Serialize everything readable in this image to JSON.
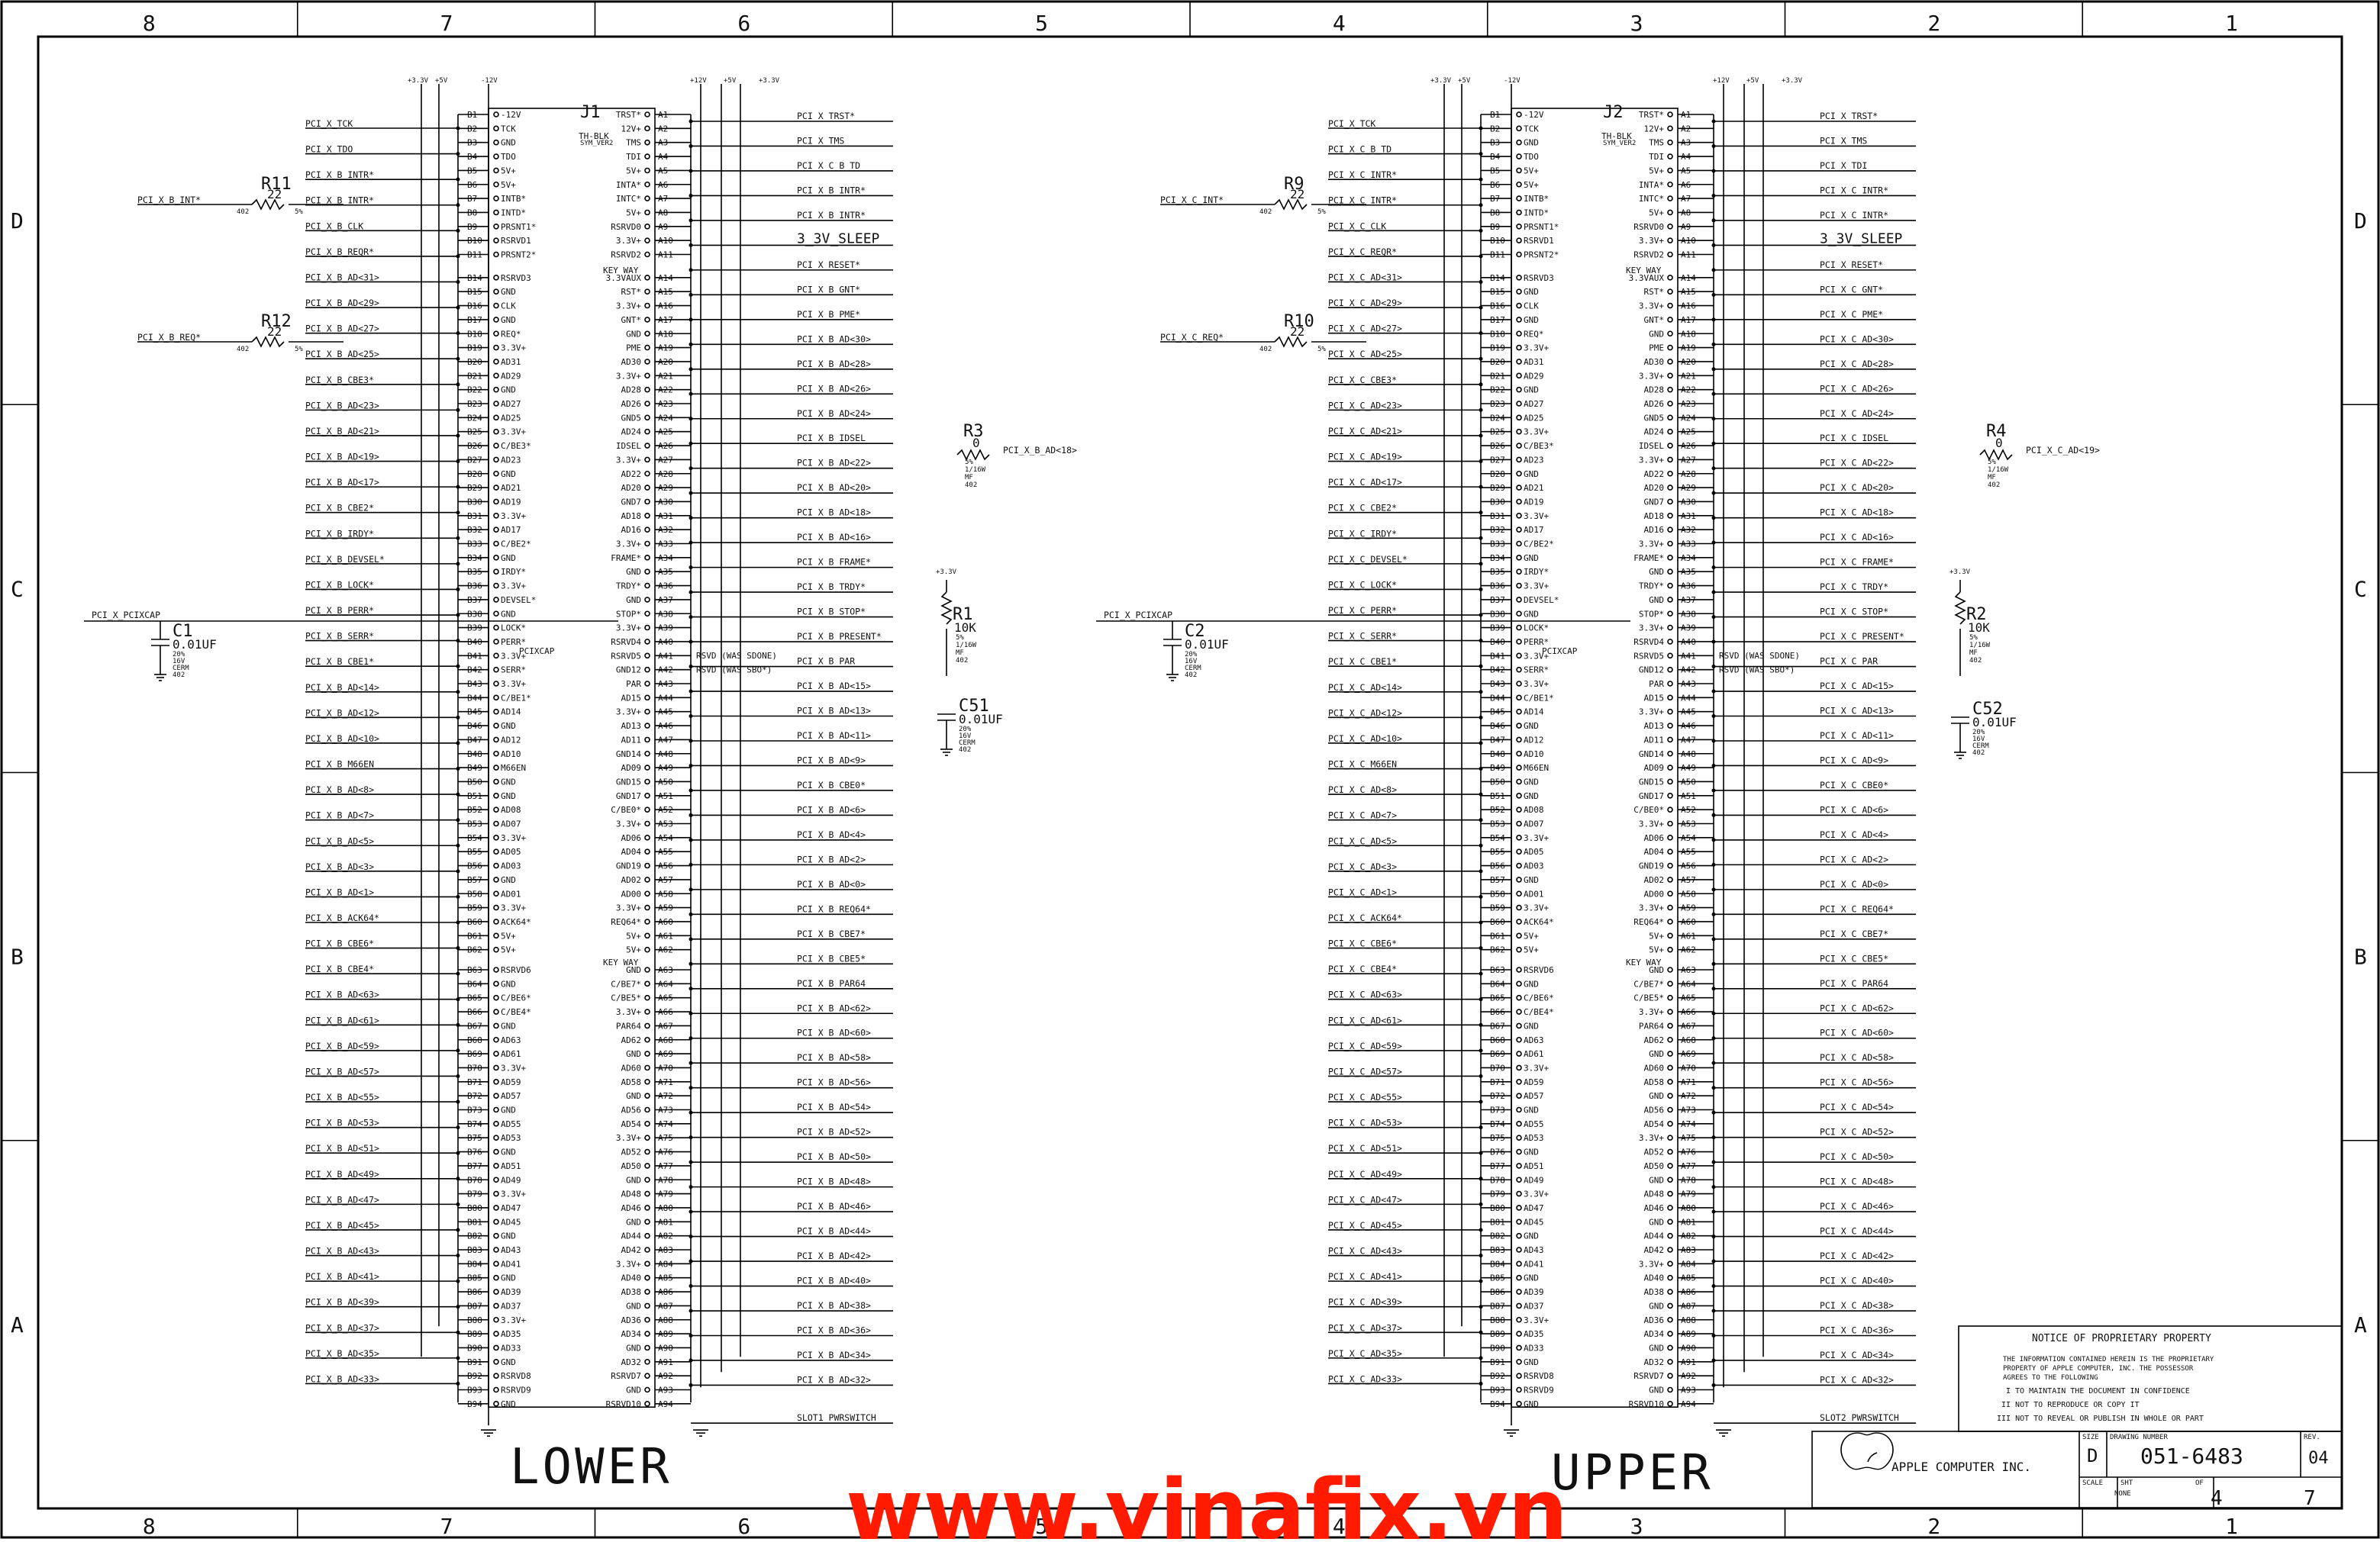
{
  "frame": {
    "columns": [
      "8",
      "7",
      "6",
      "5",
      "4",
      "3",
      "2",
      "1"
    ],
    "rows": [
      "D",
      "C",
      "B",
      "A"
    ]
  },
  "sections": {
    "lower": "LOWER",
    "upper": "UPPER"
  },
  "connectors": [
    {
      "id": "J1",
      "subtitle": "TH-BLK",
      "subtitle2": "SYM_VER2",
      "slot_switch": "SLOT1_PWRSWITCH",
      "side_b_pins": [
        "B1",
        "B2",
        "B3",
        "B4",
        "B5",
        "B6",
        "B7",
        "B8",
        "B9",
        "B10",
        "B11",
        "B14",
        "B15",
        "B16",
        "B17",
        "B18",
        "B19",
        "B20",
        "B21",
        "B22",
        "B23",
        "B24",
        "B25",
        "B26",
        "B27",
        "B28",
        "B29",
        "B30",
        "B31",
        "B32",
        "B33",
        "B34",
        "B35",
        "B36",
        "B37",
        "B38",
        "B39",
        "B40",
        "B41",
        "B42",
        "B43",
        "B44",
        "B45",
        "B46",
        "B47",
        "B48",
        "B49",
        "B50",
        "B51",
        "B52",
        "B53",
        "B54",
        "B55",
        "B56",
        "B57",
        "B58",
        "B59",
        "B60",
        "B61",
        "B62",
        "B63",
        "B64",
        "B65",
        "B66",
        "B67",
        "B68",
        "B69",
        "B70",
        "B71",
        "B72",
        "B73",
        "B74",
        "B75",
        "B76",
        "B77",
        "B78",
        "B79",
        "B80",
        "B81",
        "B82",
        "B83",
        "B84",
        "B85",
        "B86",
        "B87",
        "B88",
        "B89",
        "B90",
        "B91",
        "B92",
        "B93",
        "B94"
      ],
      "side_b_names": [
        "-12V",
        "TCK",
        "GND",
        "TDO",
        "5V+",
        "5V+",
        "INTB*",
        "INTD*",
        "PRSNT1*",
        "RSRVD1",
        "PRSNT2*",
        "RSRVD3",
        "GND",
        "CLK",
        "GND",
        "REQ*",
        "3.3V+",
        "AD31",
        "AD29",
        "GND",
        "AD27",
        "AD25",
        "3.3V+",
        "C/BE3*",
        "AD23",
        "GND",
        "AD21",
        "AD19",
        "3.3V+",
        "AD17",
        "C/BE2*",
        "GND",
        "IRDY*",
        "3.3V+",
        "DEVSEL*",
        "GND",
        "LOCK*",
        "PERR*",
        "3.3V+",
        "SERR*",
        "3.3V+",
        "C/BE1*",
        "AD14",
        "GND",
        "AD12",
        "AD10",
        "M66EN",
        "GND",
        "GND",
        "AD08",
        "AD07",
        "3.3V+",
        "AD05",
        "AD03",
        "GND",
        "AD01",
        "3.3V+",
        "ACK64*",
        "5V+",
        "5V+",
        "RSRVD6",
        "GND",
        "C/BE6*",
        "C/BE4*",
        "GND",
        "AD63",
        "AD61",
        "3.3V+",
        "AD59",
        "AD57",
        "GND",
        "AD55",
        "AD53",
        "GND",
        "AD51",
        "AD49",
        "3.3V+",
        "AD47",
        "AD45",
        "GND",
        "AD43",
        "AD41",
        "GND",
        "AD39",
        "AD37",
        "3.3V+",
        "AD35",
        "AD33",
        "GND",
        "RSRVD8",
        "RSRVD9",
        "GND"
      ],
      "side_a_pins": [
        "A1",
        "A2",
        "A3",
        "A4",
        "A5",
        "A6",
        "A7",
        "A8",
        "A9",
        "A10",
        "A11",
        "A14",
        "A15",
        "A16",
        "A17",
        "A18",
        "A19",
        "A20",
        "A21",
        "A22",
        "A23",
        "A24",
        "A25",
        "A26",
        "A27",
        "A28",
        "A29",
        "A30",
        "A31",
        "A32",
        "A33",
        "A34",
        "A35",
        "A36",
        "A37",
        "A38",
        "A39",
        "A40",
        "A41",
        "A42",
        "A43",
        "A44",
        "A45",
        "A46",
        "A47",
        "A48",
        "A49",
        "A50",
        "A51",
        "A52",
        "A53",
        "A54",
        "A55",
        "A56",
        "A57",
        "A58",
        "A59",
        "A60",
        "A61",
        "A62",
        "A63",
        "A64",
        "A65",
        "A66",
        "A67",
        "A68",
        "A69",
        "A70",
        "A71",
        "A72",
        "A73",
        "A74",
        "A75",
        "A76",
        "A77",
        "A78",
        "A79",
        "A80",
        "A81",
        "A82",
        "A83",
        "A84",
        "A85",
        "A86",
        "A87",
        "A88",
        "A89",
        "A90",
        "A91",
        "A92",
        "A93",
        "A94"
      ],
      "side_a_names": [
        "TRST*",
        "12V+",
        "TMS",
        "TDI",
        "5V+",
        "INTA*",
        "INTC*",
        "5V+",
        "RSRVD0",
        "3.3V+",
        "RSRVD2",
        "3.3VAUX",
        "RST*",
        "3.3V+",
        "GNT*",
        "GND",
        "PME",
        "AD30",
        "3.3V+",
        "AD28",
        "AD26",
        "GND5",
        "AD24",
        "IDSEL",
        "3.3V+",
        "AD22",
        "AD20",
        "GND7",
        "AD18",
        "AD16",
        "3.3V+",
        "FRAME*",
        "GND",
        "TRDY*",
        "GND",
        "STOP*",
        "3.3V+",
        "RSRVD4",
        "RSRVD5",
        "GND12",
        "PAR",
        "AD15",
        "3.3V+",
        "AD13",
        "AD11",
        "GND14",
        "AD09",
        "GND15",
        "GND17",
        "C/BE0*",
        "3.3V+",
        "AD06",
        "AD04",
        "GND19",
        "AD02",
        "AD00",
        "3.3V+",
        "REQ64*",
        "5V+",
        "5V+",
        "GND",
        "C/BE7*",
        "C/BE5*",
        "3.3V+",
        "PAR64",
        "AD62",
        "GND",
        "AD60",
        "AD58",
        "GND",
        "AD56",
        "AD54",
        "3.3V+",
        "AD52",
        "AD50",
        "GND",
        "AD48",
        "AD46",
        "GND",
        "AD44",
        "AD42",
        "3.3V+",
        "AD40",
        "AD38",
        "GND",
        "AD36",
        "AD34",
        "GND",
        "AD32",
        "RSRVD7",
        "GND",
        "RSRVD10"
      ],
      "left_nets": [
        "PCI_X_TCK",
        "PCI_X_TDO",
        "PCI_X_B_INTR*",
        "PCI_X_B_INTR*",
        "PCI_X_B_CLK",
        "PCI_X_B_REQR*",
        "PCI_X_B_AD<31>",
        "PCI_X_B_AD<29>",
        "PCI_X_B_AD<27>",
        "PCI_X_B_AD<25>",
        "PCI_X_B_CBE3*",
        "PCI_X_B_AD<23>",
        "PCI_X_B_AD<21>",
        "PCI_X_B_AD<19>",
        "PCI_X_B_AD<17>",
        "PCI_X_B_CBE2*",
        "PCI_X_B_IRDY*",
        "PCI_X_B_DEVSEL*",
        "PCI_X_B_LOCK*",
        "PCI_X_B_PERR*",
        "PCI_X_B_SERR*",
        "PCI_X_B_CBE1*",
        "PCI_X_B_AD<14>",
        "PCI_X_B_AD<12>",
        "PCI_X_B_AD<10>",
        "PCI_X_B_M66EN",
        "PCI_X_B_AD<8>",
        "PCI_X_B_AD<7>",
        "PCI_X_B_AD<5>",
        "PCI_X_B_AD<3>",
        "PCI_X_B_AD<1>",
        "PCI_X_B_ACK64*",
        "PCI_X_B_CBE6*",
        "PCI_X_B_CBE4*",
        "PCI_X_B_AD<63>",
        "PCI_X_B_AD<61>",
        "PCI_X_B_AD<59>",
        "PCI_X_B_AD<57>",
        "PCI_X_B_AD<55>",
        "PCI_X_B_AD<53>",
        "PCI_X_B_AD<51>",
        "PCI_X_B_AD<49>",
        "PCI_X_B_AD<47>",
        "PCI_X_B_AD<45>",
        "PCI_X_B_AD<43>",
        "PCI_X_B_AD<41>",
        "PCI_X_B_AD<39>",
        "PCI_X_B_AD<37>",
        "PCI_X_B_AD<35>",
        "PCI_X_B_AD<33>"
      ],
      "right_nets": [
        "PCI_X_TRST*",
        "PCI_X_TMS",
        "PCI_X_C_B_TD",
        "PCI_X_B_INTR*",
        "PCI_X_B_INTR*",
        "3_3V_SLEEP",
        "PCI_X_RESET*",
        "PCI_X_B_GNT*",
        "PCI_X_B_PME*",
        "PCI_X_B_AD<30>",
        "PCI_X_B_AD<28>",
        "PCI_X_B_AD<26>",
        "PCI_X_B_AD<24>",
        "PCI_X_B_IDSEL",
        "PCI_X_B_AD<22>",
        "PCI_X_B_AD<20>",
        "PCI_X_B_AD<18>",
        "PCI_X_B_AD<16>",
        "PCI_X_B_FRAME*",
        "PCI_X_B_TRDY*",
        "PCI_X_B_STOP*",
        "PCI_X_B_PRESENT*",
        "PCI_X_B_PAR",
        "PCI_X_B_AD<15>",
        "PCI_X_B_AD<13>",
        "PCI_X_B_AD<11>",
        "PCI_X_B_AD<9>",
        "PCI_X_B_CBE0*",
        "PCI_X_B_AD<6>",
        "PCI_X_B_AD<4>",
        "PCI_X_B_AD<2>",
        "PCI_X_B_AD<0>",
        "PCI_X_B_REQ64*",
        "PCI_X_B_CBE7*",
        "PCI_X_B_CBE5*",
        "PCI_X_B_PAR64",
        "PCI_X_B_AD<62>",
        "PCI_X_B_AD<60>",
        "PCI_X_B_AD<58>",
        "PCI_X_B_AD<56>",
        "PCI_X_B_AD<54>",
        "PCI_X_B_AD<52>",
        "PCI_X_B_AD<50>",
        "PCI_X_B_AD<48>",
        "PCI_X_B_AD<46>",
        "PCI_X_B_AD<44>",
        "PCI_X_B_AD<42>",
        "PCI_X_B_AD<40>",
        "PCI_X_B_AD<38>",
        "PCI_X_B_AD<36>",
        "PCI_X_B_AD<34>",
        "PCI_X_B_AD<32>"
      ],
      "rsvd1": "RSVD (WAS SDONE)",
      "rsvd2": "RSVD (WAS SBO*)",
      "pcixcap": "PCIXCAP",
      "keyway": "KEY WAY",
      "rails": [
        "+3.3V",
        "+5V",
        "-12V",
        "+12V",
        "+5V",
        "+3.3V"
      ]
    },
    {
      "id": "J2",
      "subtitle": "TH-BLK",
      "subtitle2": "SYM_VER2",
      "slot_switch": "SLOT2_PWRSWITCH",
      "left_nets": [
        "PCI_X_TCK",
        "PCI_X_C_B_TD",
        "PCI_X_C_INTR*",
        "PCI_X_C_INTR*",
        "PCI_X_C_CLK",
        "PCI_X_C_REQR*",
        "PCI_X_C_AD<31>",
        "PCI_X_C_AD<29>",
        "PCI_X_C_AD<27>",
        "PCI_X_C_AD<25>",
        "PCI_X_C_CBE3*",
        "PCI_X_C_AD<23>",
        "PCI_X_C_AD<21>",
        "PCI_X_C_AD<19>",
        "PCI_X_C_AD<17>",
        "PCI_X_C_CBE2*",
        "PCI_X_C_IRDY*",
        "PCI_X_C_DEVSEL*",
        "PCI_X_C_LOCK*",
        "PCI_X_C_PERR*",
        "PCI_X_C_SERR*",
        "PCI_X_C_CBE1*",
        "PCI_X_C_AD<14>",
        "PCI_X_C_AD<12>",
        "PCI_X_C_AD<10>",
        "PCI_X_C_M66EN",
        "PCI_X_C_AD<8>",
        "PCI_X_C_AD<7>",
        "PCI_X_C_AD<5>",
        "PCI_X_C_AD<3>",
        "PCI_X_C_AD<1>",
        "PCI_X_C_ACK64*",
        "PCI_X_C_CBE6*",
        "PCI_X_C_CBE4*",
        "PCI_X_C_AD<63>",
        "PCI_X_C_AD<61>",
        "PCI_X_C_AD<59>",
        "PCI_X_C_AD<57>",
        "PCI_X_C_AD<55>",
        "PCI_X_C_AD<53>",
        "PCI_X_C_AD<51>",
        "PCI_X_C_AD<49>",
        "PCI_X_C_AD<47>",
        "PCI_X_C_AD<45>",
        "PCI_X_C_AD<43>",
        "PCI_X_C_AD<41>",
        "PCI_X_C_AD<39>",
        "PCI_X_C_AD<37>",
        "PCI_X_C_AD<35>",
        "PCI_X_C_AD<33>"
      ],
      "right_nets": [
        "PCI_X_TRST*",
        "PCI_X_TMS",
        "PCI_X_TDI",
        "PCI_X_C_INTR*",
        "PCI_X_C_INTR*",
        "3_3V_SLEEP",
        "PCI_X_RESET*",
        "PCI_X_C_GNT*",
        "PCI_X_C_PME*",
        "PCI_X_C_AD<30>",
        "PCI_X_C_AD<28>",
        "PCI_X_C_AD<26>",
        "PCI_X_C_AD<24>",
        "PCI_X_C_IDSEL",
        "PCI_X_C_AD<22>",
        "PCI_X_C_AD<20>",
        "PCI_X_C_AD<18>",
        "PCI_X_C_AD<16>",
        "PCI_X_C_FRAME*",
        "PCI_X_C_TRDY*",
        "PCI_X_C_STOP*",
        "PCI_X_C_PRESENT*",
        "PCI_X_C_PAR",
        "PCI_X_C_AD<15>",
        "PCI_X_C_AD<13>",
        "PCI_X_C_AD<11>",
        "PCI_X_C_AD<9>",
        "PCI_X_C_CBE0*",
        "PCI_X_C_AD<6>",
        "PCI_X_C_AD<4>",
        "PCI_X_C_AD<2>",
        "PCI_X_C_AD<0>",
        "PCI_X_C_REQ64*",
        "PCI_X_C_CBE7*",
        "PCI_X_C_CBE5*",
        "PCI_X_C_PAR64",
        "PCI_X_C_AD<62>",
        "PCI_X_C_AD<60>",
        "PCI_X_C_AD<58>",
        "PCI_X_C_AD<56>",
        "PCI_X_C_AD<54>",
        "PCI_X_C_AD<52>",
        "PCI_X_C_AD<50>",
        "PCI_X_C_AD<48>",
        "PCI_X_C_AD<46>",
        "PCI_X_C_AD<44>",
        "PCI_X_C_AD<42>",
        "PCI_X_C_AD<40>",
        "PCI_X_C_AD<38>",
        "PCI_X_C_AD<36>",
        "PCI_X_C_AD<34>",
        "PCI_X_C_AD<32>"
      ]
    }
  ],
  "components": {
    "R11": {
      "ref": "R11",
      "val": "22",
      "net": "PCI_X_B_INT*",
      "pkg": "402",
      "tol": "5%"
    },
    "R12": {
      "ref": "R12",
      "val": "22",
      "net": "PCI_X_B_REQ*",
      "pkg": "402",
      "tol": "5%"
    },
    "R9": {
      "ref": "R9",
      "val": "22",
      "net": "PCI_X_C_INT*",
      "pkg": "402",
      "tol": "5%"
    },
    "R10": {
      "ref": "R10",
      "val": "22",
      "net": "PCI_X_C_REQ*",
      "pkg": "402",
      "tol": "5%"
    },
    "R3": {
      "ref": "R3",
      "val": "0",
      "net": "PCI_X_B_AD<18>",
      "d1": "5%",
      "d2": "1/16W",
      "d3": "MF",
      "d4": "402"
    },
    "R4": {
      "ref": "R4",
      "val": "0",
      "net": "PCI_X_C_AD<19>",
      "d1": "5%",
      "d2": "1/16W",
      "d3": "MF",
      "d4": "402"
    },
    "R1": {
      "ref": "R1",
      "val": "10K",
      "rail": "+3.3V",
      "d1": "5%",
      "d2": "1/16W",
      "d3": "MF",
      "d4": "402"
    },
    "R2": {
      "ref": "R2",
      "val": "10K",
      "rail": "+3.3V",
      "d1": "5%",
      "d2": "1/16W",
      "d3": "MF",
      "d4": "402"
    },
    "C1": {
      "ref": "C1",
      "val": "0.01UF",
      "net": "PCI_X_PCIXCAP",
      "d1": "20%",
      "d2": "16V",
      "d3": "CERM",
      "d4": "402"
    },
    "C2": {
      "ref": "C2",
      "val": "0.01UF",
      "net": "PCI_X_PCIXCAP",
      "d1": "20%",
      "d2": "16V",
      "d3": "CERM",
      "d4": "402"
    },
    "C51": {
      "ref": "C51",
      "val": "0.01UF",
      "d1": "20%",
      "d2": "16V",
      "d3": "CERM",
      "d4": "402"
    },
    "C52": {
      "ref": "C52",
      "val": "0.01UF",
      "d1": "20%",
      "d2": "16V",
      "d3": "CERM",
      "d4": "402"
    }
  },
  "notice": {
    "title": "NOTICE OF PROPRIETARY PROPERTY",
    "line1": "THE INFORMATION CONTAINED HEREIN IS THE PROPRIETARY",
    "line2": "PROPERTY OF APPLE COMPUTER, INC. THE POSSESSOR",
    "line3": "AGREES TO THE FOLLOWING",
    "item1": "I TO MAINTAIN THE DOCUMENT IN CONFIDENCE",
    "item2": "II NOT TO REPRODUCE OR COPY IT",
    "item3": "III NOT TO REVEAL OR PUBLISH IN WHOLE OR PART"
  },
  "title_block": {
    "company": "APPLE COMPUTER INC.",
    "size_label": "SIZE",
    "size": "D",
    "drawing_label": "DRAWING NUMBER",
    "drawing_number": "051-6483",
    "rev_label": "REV.",
    "rev": "04",
    "scale_label": "SCALE",
    "scale": "NONE",
    "sheet_label": "SHT",
    "sheet": "4",
    "of_label": "OF",
    "of": "7"
  },
  "watermark": "www.vinafix.vn",
  "colors": {
    "watermark": "#ff1a00",
    "ink": "#000000"
  }
}
